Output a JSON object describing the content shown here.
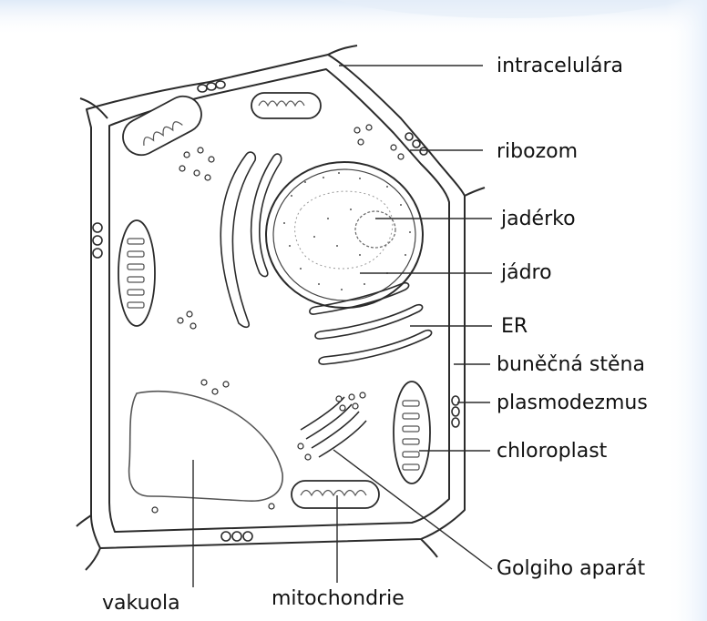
{
  "diagram": {
    "labels": {
      "intracellular": "intracelulára",
      "ribosome": "ribozom",
      "nucleolus": "jadérko",
      "nucleus": "jádro",
      "er": "ER",
      "cell_wall": "buněčná stěna",
      "plasmodesma": "plasmodezmus",
      "chloroplast": "chloroplast",
      "golgi": "Golgiho aparát",
      "vacuole": "vakuola",
      "mitochondria": "mitochondrie"
    },
    "colors": {
      "ink": "#2b2b2b",
      "line": "#3a3a3a",
      "background": "#ffffff",
      "frame_gradient": "#e4effa"
    }
  }
}
